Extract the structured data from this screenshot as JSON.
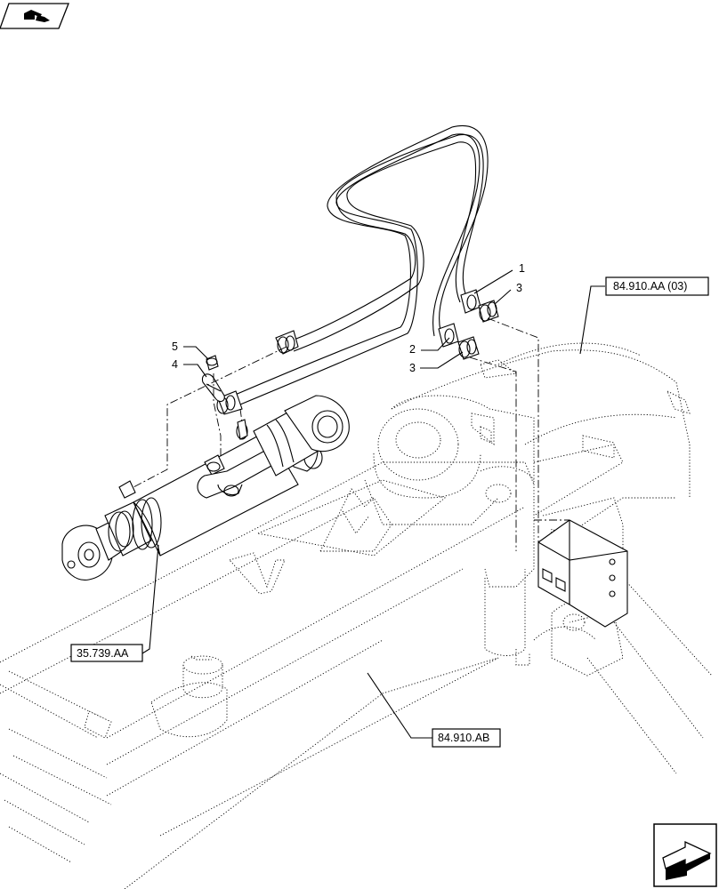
{
  "callouts": {
    "item_1": "1",
    "item_2": "2",
    "item_3a": "3",
    "item_3b": "3",
    "item_4": "4",
    "item_5": "5"
  },
  "references": {
    "frame_ref": "84.910.AA (03)",
    "cylinder_ref": "35.739.AA",
    "axle_ref": "84.910.AB"
  },
  "nav": {
    "top_icon": "book-hand-icon",
    "bottom_icon": "next-page-arrow-icon"
  }
}
